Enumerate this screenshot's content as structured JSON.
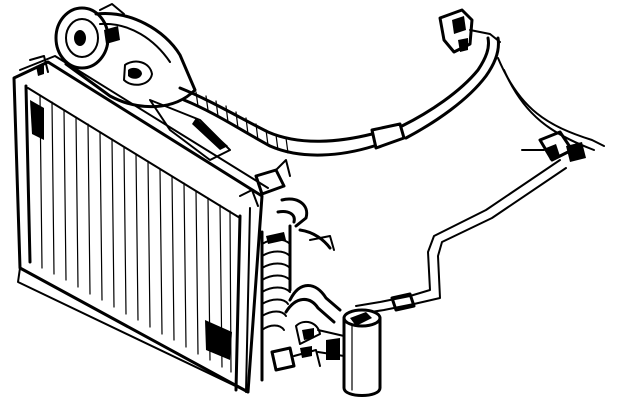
{
  "figure": {
    "background": "#ffffff",
    "ink": "#000000",
    "style": "black-and-white line drawing",
    "components": [
      {
        "name": "condenser",
        "kind": "radiator-core"
      },
      {
        "name": "compressor",
        "kind": "engine-component"
      },
      {
        "name": "receiver-drier",
        "kind": "cylinder"
      },
      {
        "name": "suction-hose",
        "kind": "corrugated-hose"
      },
      {
        "name": "liquid-line",
        "kind": "rigid-tube"
      },
      {
        "name": "expansion-fitting",
        "kind": "fitting"
      },
      {
        "name": "firewall-connector",
        "kind": "fitting"
      }
    ]
  }
}
